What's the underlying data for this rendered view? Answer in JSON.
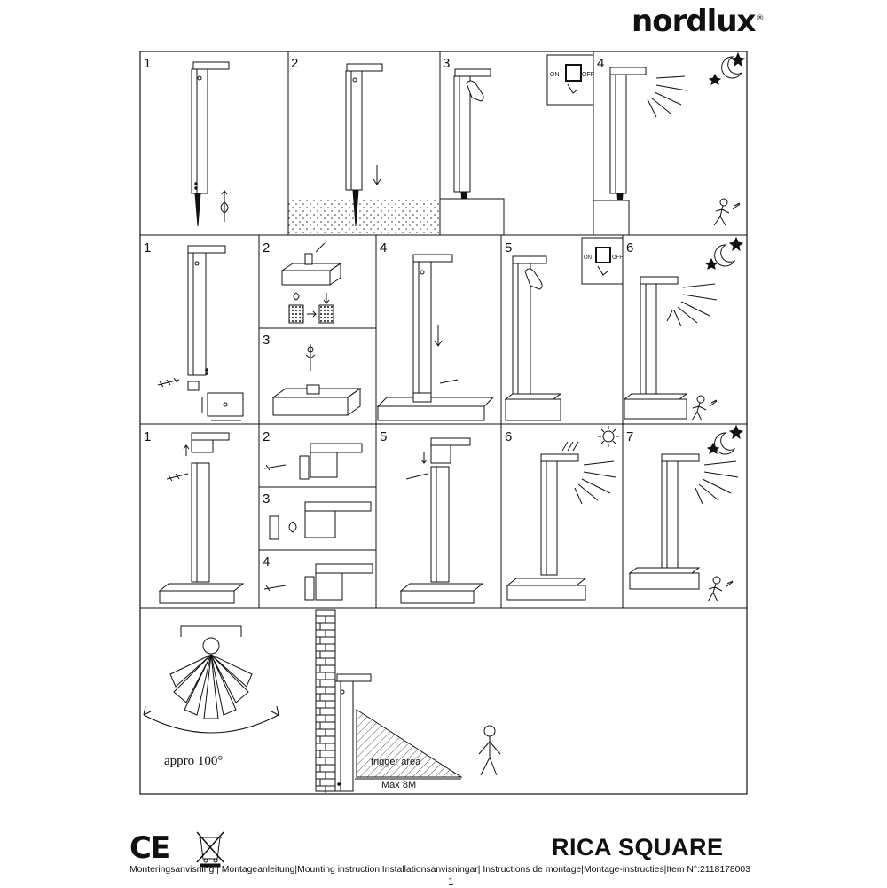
{
  "brand": {
    "name": "nordlux",
    "registered": "®"
  },
  "product": {
    "title": "RICA SQUARE"
  },
  "footer": {
    "instructions": "Monteringsanvisning | Montageanleitung|Mounting instruction|Installationsanvisningar| Instructions de montage|Montage-instructies|Item N°:2118178003",
    "page": "1"
  },
  "marks": {
    "ce": "CE"
  },
  "switch": {
    "on": "ON",
    "off": "OFF"
  },
  "sensor": {
    "angle_label": "appro 100°",
    "trigger_label": "trigger area",
    "range_label": "Max 8M"
  },
  "rows": [
    {
      "steps": [
        "1",
        "2",
        "3",
        "4"
      ]
    },
    {
      "steps": [
        "1",
        "2",
        "3",
        "4",
        "5",
        "6"
      ]
    },
    {
      "steps": [
        "1",
        "2",
        "3",
        "4",
        "5",
        "6",
        "7"
      ]
    }
  ],
  "icons": [
    "moon-stars-icon",
    "sun-icon",
    "walking-person-icon",
    "hand-icon",
    "switch-icon",
    "screw-icon",
    "recycle-bin-icon"
  ]
}
